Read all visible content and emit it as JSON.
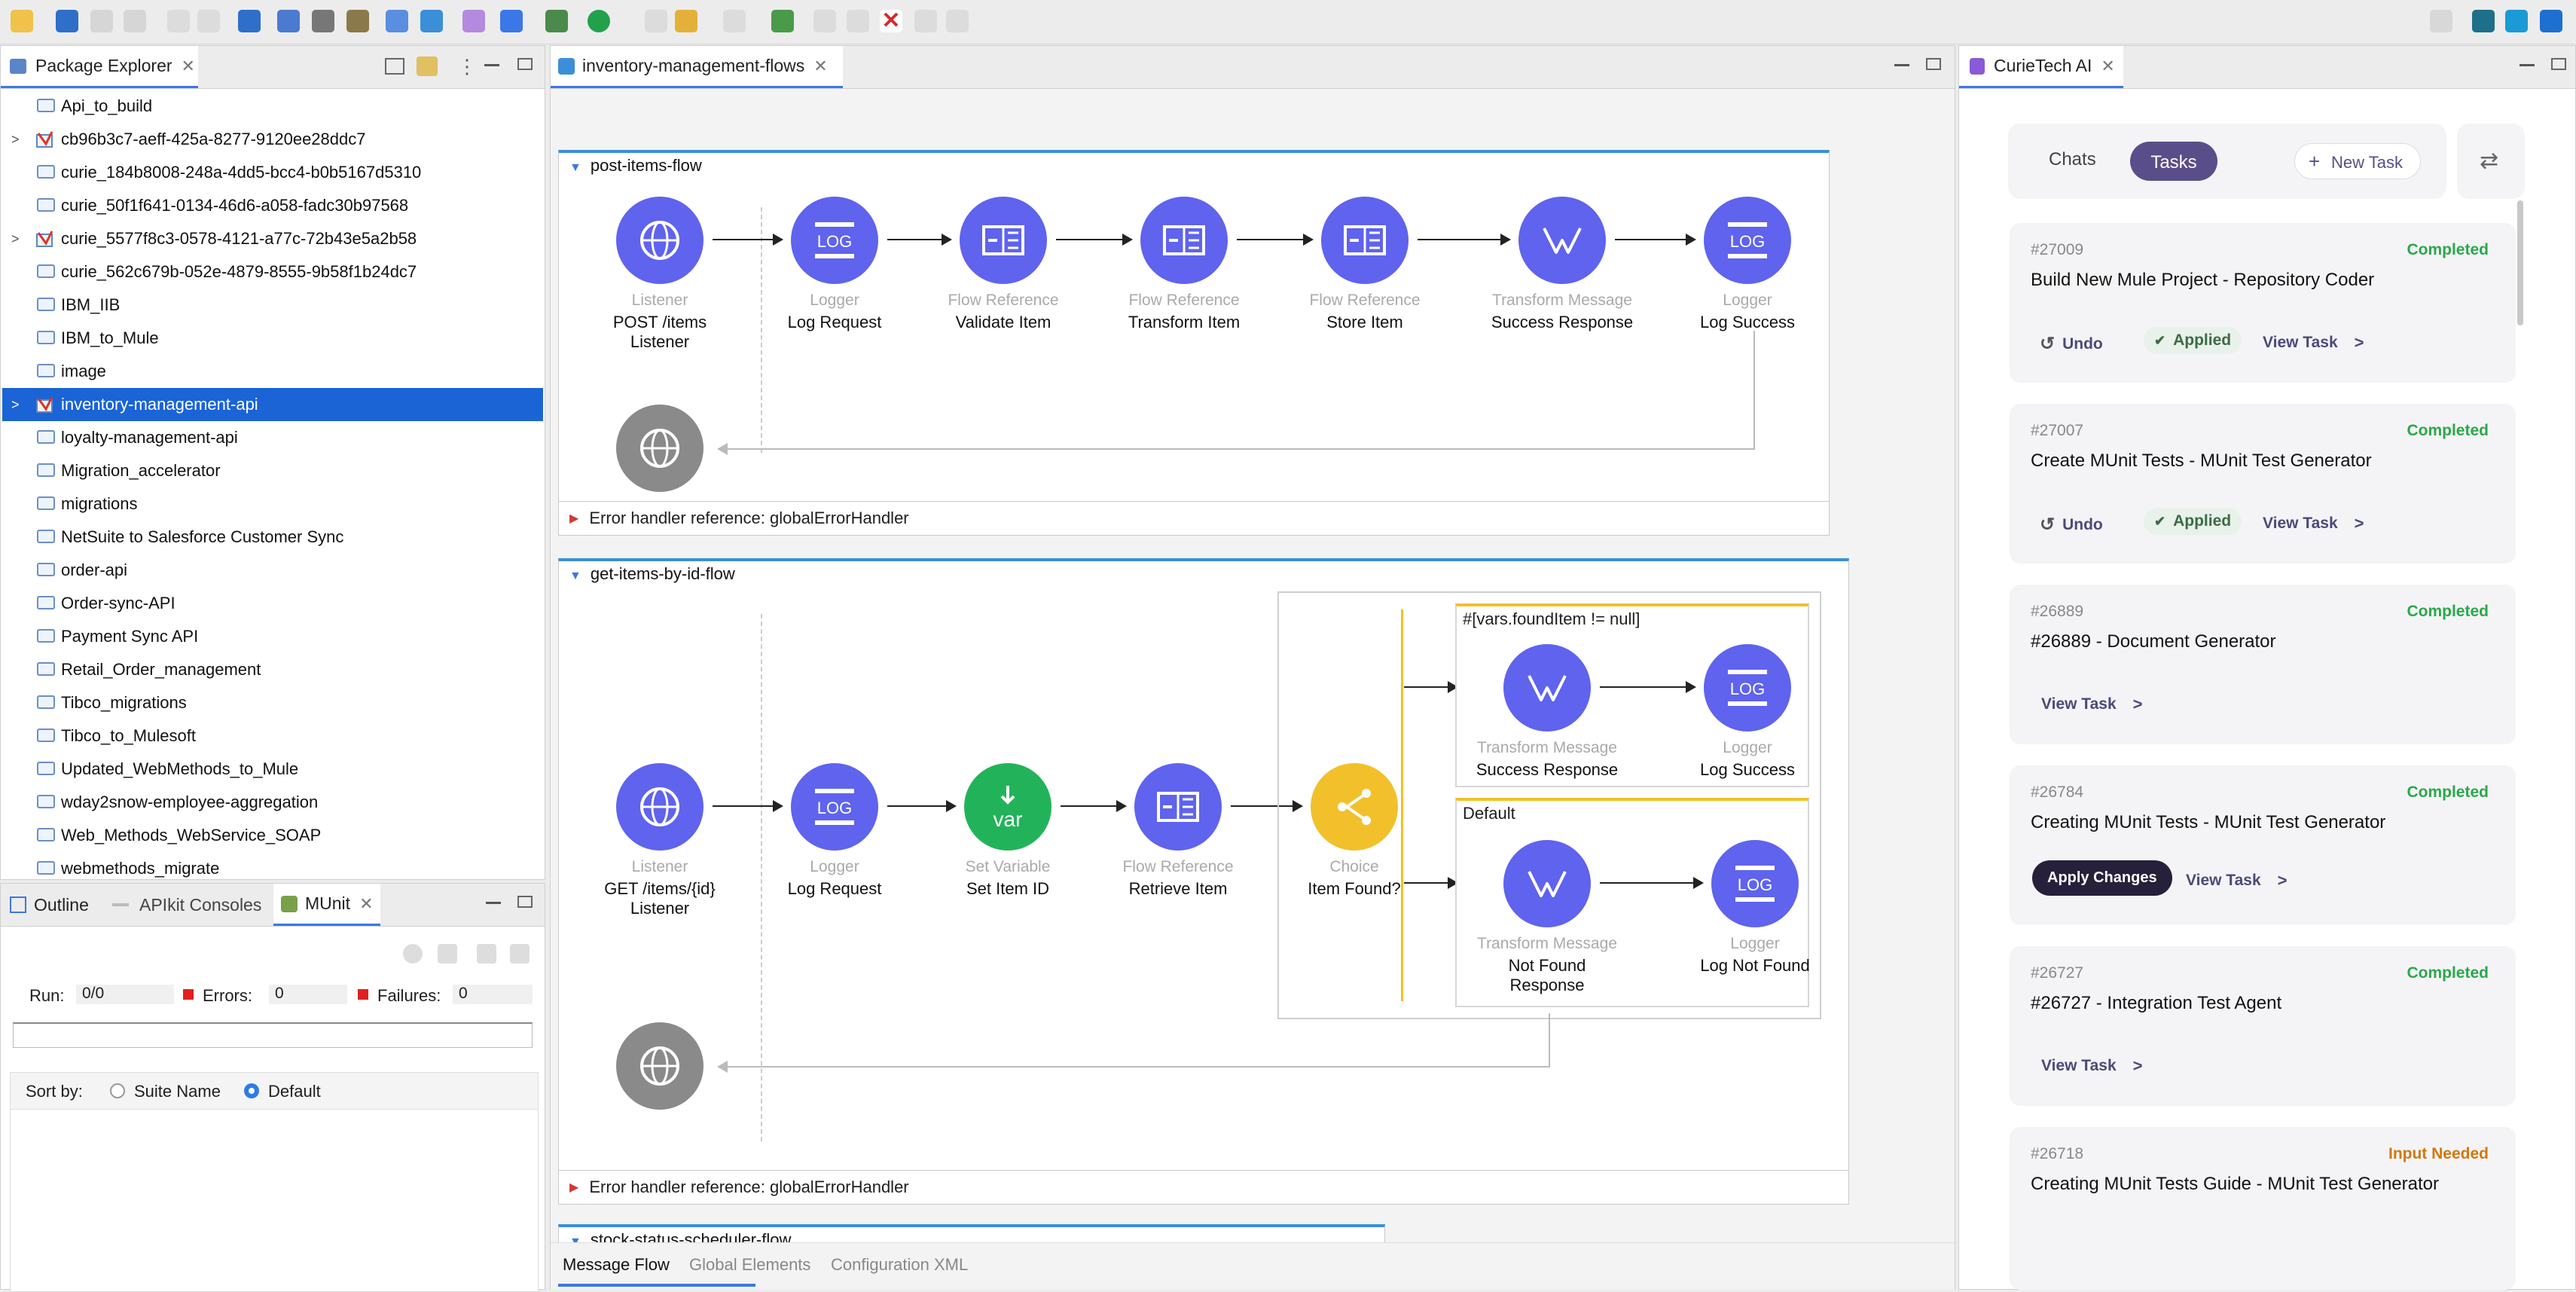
{
  "package_explorer": {
    "tab_label": "Package Explorer",
    "items": [
      {
        "label": "Api_to_build",
        "expandable": false
      },
      {
        "label": "cb96b3c7-aeff-425a-8277-9120ee28ddc7",
        "expandable": true
      },
      {
        "label": "curie_184b8008-248a-4dd5-bcc4-b0b5167d5310",
        "expandable": false
      },
      {
        "label": "curie_50f1f641-0134-46d6-a058-fadc30b97568",
        "expandable": false
      },
      {
        "label": "curie_5577f8c3-0578-4121-a77c-72b43e5a2b58",
        "expandable": true
      },
      {
        "label": "curie_562c679b-052e-4879-8555-9b58f1b24dc7",
        "expandable": false
      },
      {
        "label": "IBM_IIB",
        "expandable": false
      },
      {
        "label": "IBM_to_Mule",
        "expandable": false
      },
      {
        "label": "image",
        "expandable": false
      },
      {
        "label": "inventory-management-api",
        "expandable": true,
        "selected": true
      },
      {
        "label": "loyalty-management-api",
        "expandable": false
      },
      {
        "label": "Migration_accelerator",
        "expandable": false
      },
      {
        "label": "migrations",
        "expandable": false
      },
      {
        "label": "NetSuite to Salesforce Customer Sync",
        "expandable": false
      },
      {
        "label": "order-api",
        "expandable": false
      },
      {
        "label": "Order-sync-API",
        "expandable": false
      },
      {
        "label": "Payment Sync API",
        "expandable": false
      },
      {
        "label": "Retail_Order_management",
        "expandable": false
      },
      {
        "label": "Tibco_migrations",
        "expandable": false
      },
      {
        "label": "Tibco_to_Mulesoft",
        "expandable": false
      },
      {
        "label": "Updated_WebMethods_to_Mule",
        "expandable": false
      },
      {
        "label": "wday2snow-employee-aggregation",
        "expandable": false
      },
      {
        "label": "Web_Methods_WebService_SOAP",
        "expandable": false
      },
      {
        "label": "webmethods_migrate",
        "expandable": false
      }
    ]
  },
  "bottom_panel": {
    "tabs": [
      "Outline",
      "APIkit Consoles",
      "MUnit"
    ],
    "run_label": "Run:",
    "run_value": "0/0",
    "errors_label": "Errors:",
    "errors_value": "0",
    "failures_label": "Failures:",
    "failures_value": "0",
    "sort_label": "Sort by:",
    "sort_options": [
      "Suite Name",
      "Default"
    ],
    "sort_selected": "Default"
  },
  "editor": {
    "tab_label": "inventory-management-flows",
    "bottom_tabs": [
      "Message Flow",
      "Global Elements",
      "Configuration XML"
    ],
    "error_handler": "Error handler reference: globalErrorHandler",
    "flow1": {
      "title": "post-items-flow",
      "nodes": [
        {
          "type": "Listener",
          "name": "POST /items\nListener"
        },
        {
          "type": "Logger",
          "name": "Log Request"
        },
        {
          "type": "Flow Reference",
          "name": "Validate Item"
        },
        {
          "type": "Flow Reference",
          "name": "Transform Item"
        },
        {
          "type": "Flow Reference",
          "name": "Store Item"
        },
        {
          "type": "Transform Message",
          "name": "Success Response"
        },
        {
          "type": "Logger",
          "name": "Log Success"
        }
      ]
    },
    "flow2": {
      "title": "get-items-by-id-flow",
      "nodes": [
        {
          "type": "Listener",
          "name": "GET /items/{id}\nListener"
        },
        {
          "type": "Logger",
          "name": "Log Request"
        },
        {
          "type": "Set Variable",
          "name": "Set Item ID"
        },
        {
          "type": "Flow Reference",
          "name": "Retrieve Item"
        },
        {
          "type": "Choice",
          "name": "Item Found?"
        }
      ],
      "route1": {
        "condition": "#[vars.foundItem != null]",
        "nodes": [
          {
            "type": "Transform Message",
            "name": "Success Response"
          },
          {
            "type": "Logger",
            "name": "Log Success"
          }
        ]
      },
      "route2": {
        "condition": "Default",
        "nodes": [
          {
            "type": "Transform Message",
            "name": "Not Found\nResponse"
          },
          {
            "type": "Logger",
            "name": "Log Not Found"
          }
        ]
      },
      "var_label": "var"
    },
    "flow3": {
      "title": "stock-status-scheduler-flow"
    }
  },
  "curie": {
    "tab_label": "CurieTech AI",
    "seg_chats": "Chats",
    "seg_tasks": "Tasks",
    "new_task": "New Task",
    "undo_label": "Undo",
    "applied_label": "Applied",
    "view_task_label": "View Task",
    "apply_changes_label": "Apply Changes",
    "tasks": [
      {
        "id": "#27009",
        "status": "Completed",
        "title": "Build New Mule Project - Repository Coder"
      },
      {
        "id": "#27007",
        "status": "Completed",
        "title": "Create MUnit Tests - MUnit Test Generator"
      },
      {
        "id": "#26889",
        "status": "Completed",
        "title": "#26889 - Document Generator"
      },
      {
        "id": "#26784",
        "status": "Completed",
        "title": "Creating MUnit Tests - MUnit Test Generator"
      },
      {
        "id": "#26727",
        "status": "Completed",
        "title": "#26727 - Integration Test Agent"
      },
      {
        "id": "#26718",
        "status": "Input Needed",
        "title": "Creating MUnit Tests Guide - MUnit Test Generator"
      }
    ]
  }
}
